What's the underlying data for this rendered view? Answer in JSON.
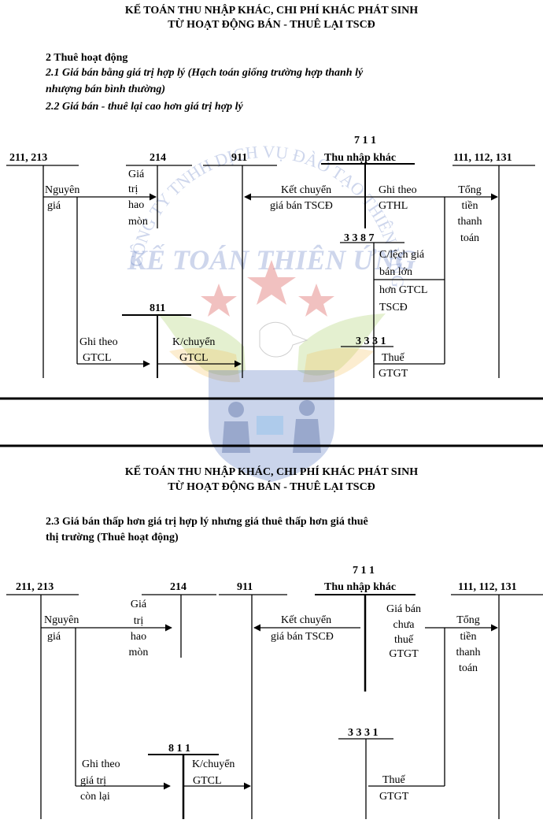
{
  "slide1": {
    "title_line1": "KẾ TOÁN THU NHẬP KHÁC, CHI PHÍ KHÁC  PHÁT SINH",
    "title_line2": "TỪ HOẠT ĐỘNG BÁN - THUÊ LẠI TSCĐ",
    "heading": "2 Thuê hoạt động",
    "sub1_line1": "2.1 Giá bán bằng giá trị hợp lý  (Hạch toán giống trường hợp thanh lý",
    "sub1_line2": "nhượng bán bình thường)",
    "sub2": "2.2 Giá bán - thuê lại cao hơn giá trị hợp lý",
    "accounts": {
      "a211": "211, 213",
      "a214": "214",
      "a911": "911",
      "a711_num": "7 1 1",
      "a711_name": "Thu nhập khác",
      "a111": "111, 112, 131",
      "a3387": "3 3 8 7",
      "a811": "811",
      "a3331": "3 3 3 1"
    },
    "labels": {
      "nguyen": "Nguyên",
      "gia": "giá",
      "gia_tri_hao_mon": [
        "Giá",
        "trị",
        "hao",
        "mòn"
      ],
      "ket_chuyen_1": "Kết chuyển",
      "ket_chuyen_2": "giá bán TSCĐ",
      "ghi_theo": "Ghi theo",
      "gthl": "GTHL",
      "tong_tien": [
        "Tổng",
        "tiền",
        "thanh",
        "toán"
      ],
      "clech": [
        "C/lệch giá",
        "bán lớn",
        "hơn GTCL",
        "TSCĐ"
      ],
      "ghi_theo_gtcl_1": "Ghi theo",
      "ghi_theo_gtcl_2": "GTCL",
      "kchuyen_1": "K/chuyển",
      "kchuyen_2": "GTCL",
      "thue_1": "Thuế",
      "thue_2": "GTGT"
    }
  },
  "slide2": {
    "title_line1": "KẾ TOÁN THU NHẬP KHÁC, CHI PHÍ KHÁC  PHÁT SINH",
    "title_line2": "TỪ HOẠT ĐỘNG BÁN - THUÊ LẠI TSCĐ",
    "heading_line1": "2.3 Giá bán thấp hơn giá trị hợp lý nhưng giá thuê thấp hơn giá thuê",
    "heading_line2": "thị trường (Thuê hoạt động)",
    "accounts": {
      "a211": "211, 213",
      "a214": "214",
      "a911": "911",
      "a711_num": "7 1 1",
      "a711_name": "Thu nhập khác",
      "a111": "111, 112, 131",
      "a3331": "3 3 3 1",
      "a811": "8 1 1"
    },
    "labels": {
      "nguyen": "Nguyên",
      "gia": "giá",
      "gia_tri_hao_mon": [
        "Giá",
        "trị",
        "hao",
        "mòn"
      ],
      "ket_chuyen_1": "Kết chuyển",
      "ket_chuyen_2": "giá bán TSCĐ",
      "gia_ban_chua_thue": [
        "Giá bán",
        "chưa",
        "thuế",
        "GTGT"
      ],
      "tong_tien": [
        "Tổng",
        "tiền",
        "thanh",
        "toán"
      ],
      "ghi_theo_gtcl": [
        "Ghi theo",
        "giá trị",
        "còn lại"
      ],
      "kchuyen_1": "K/chuyển",
      "kchuyen_2": "GTCL",
      "thue_1": "Thuế",
      "thue_2": "GTGT"
    }
  },
  "watermark": {
    "arc_text": "CÔNG TY TNHH DỊCH VỤ ĐÀO TẠO THIÊN ỨNG",
    "brand": "KẾ TOÁN THIÊN ỨNG"
  },
  "colors": {
    "watermark_blue": "#2f55b0",
    "watermark_red": "#d2302a",
    "wing_green": "#8bbf3a",
    "wing_gold": "#f0b43a"
  }
}
